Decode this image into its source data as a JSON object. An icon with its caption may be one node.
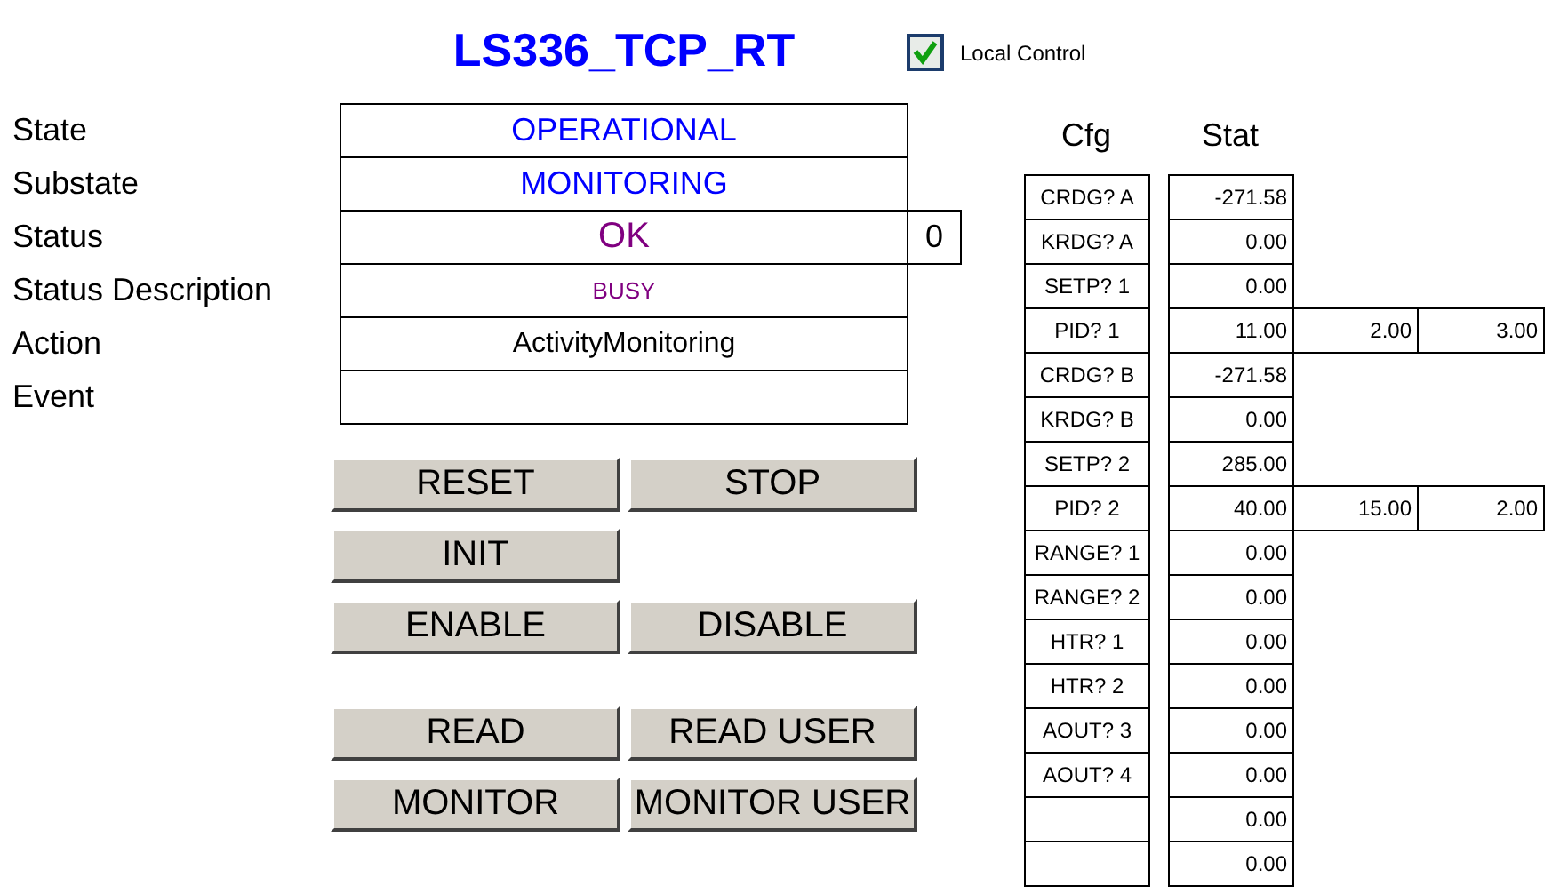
{
  "diagram": {
    "title": "LS336_TCP_RT",
    "labels": [
      "Local Control",
      "State",
      "OPERATIONAL",
      "Substate",
      "MONITORING",
      "Status",
      "OK",
      "0",
      "Status Description",
      "BUSY",
      "Action",
      "ActivityMonitoring",
      "Event",
      "RESET",
      "STOP",
      "INIT",
      "ENABLE",
      "DISABLE",
      "READ",
      "READ USER",
      "MONITOR",
      "MONITOR USER",
      "Cfg",
      "Stat",
      "CRDG? A",
      "-271.58",
      "KRDG? A",
      "0.00",
      "SETP? 1",
      "0.00",
      "PID? 1",
      "11.00",
      "2.00",
      "3.00",
      "CRDG? B",
      "-271.58",
      "KRDG? B",
      "0.00",
      "SETP? 2",
      "285.00",
      "PID? 2",
      "40.00",
      "15.00",
      "2.00",
      "RANGE? 1",
      "0.00",
      "RANGE? 2",
      "0.00",
      "HTR? 1",
      "0.00",
      "HTR? 2",
      "0.00",
      "AOUT? 3",
      "0.00",
      "AOUT? 4",
      "0.00",
      "0.00",
      "0.00"
    ]
  }
}
